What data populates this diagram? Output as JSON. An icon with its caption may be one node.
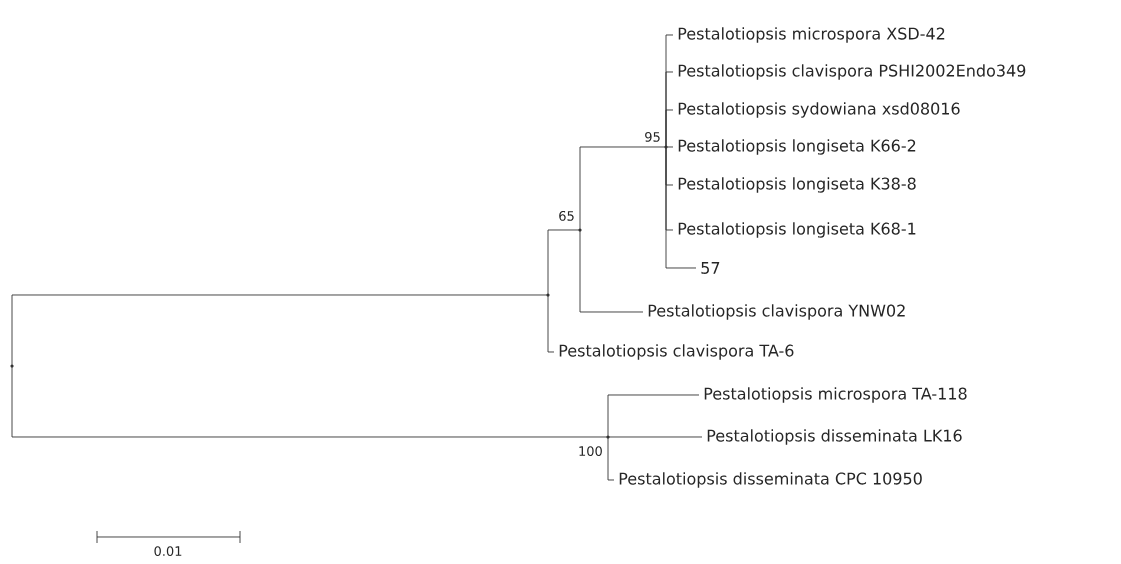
{
  "diagram": {
    "nodes": [
      {
        "text": [],
        "shape": "point"
      },
      {
        "text": [],
        "shape": "point"
      },
      {
        "text": [],
        "shape": "point",
        "beside": [
          "65"
        ]
      },
      {
        "text": [],
        "shape": "point",
        "beside": [
          "100"
        ]
      },
      {
        "text": [],
        "shape": "point",
        "beside": [
          "95"
        ]
      },
      {
        "text": [
          "Pestalotiopsis microspora XSD-42"
        ]
      },
      {
        "text": [
          "Pestalotiopsis clavispora PSHI2002Endo349"
        ]
      },
      {
        "text": [
          "Pestalotiopsis sydowiana xsd08016"
        ]
      },
      {
        "text": [
          "Pestalotiopsis longiseta K66-2"
        ]
      },
      {
        "text": [
          "Pestalotiopsis longiseta K38-8"
        ]
      },
      {
        "text": [
          "Pestalotiopsis longiseta K68-1"
        ]
      },
      {
        "text": [
          "57"
        ]
      },
      {
        "text": [
          "Pestalotiopsis clavispora YNW02"
        ]
      },
      {
        "text": [
          "Pestalotiopsis clavispora TA-6"
        ]
      },
      {
        "text": [
          "Pestalotiopsis microspora TA-118"
        ]
      },
      {
        "text": [
          "Pestalotiopsis disseminata LK16"
        ]
      },
      {
        "text": [
          "Pestalotiopsis disseminata CPC 10950"
        ]
      }
    ],
    "edges": [
      {
        "from": 0,
        "to": 1,
        "arrow": "none"
      },
      {
        "from": 0,
        "to": 3,
        "arrow": "none"
      },
      {
        "from": 1,
        "to": 2,
        "arrow": "none"
      },
      {
        "from": 1,
        "to": 13,
        "arrow": "none"
      },
      {
        "from": 2,
        "to": 4,
        "arrow": "none"
      },
      {
        "from": 2,
        "to": 12,
        "arrow": "none"
      },
      {
        "from": 4,
        "to": 5,
        "arrow": "none"
      },
      {
        "from": 4,
        "to": 6,
        "arrow": "none"
      },
      {
        "from": 4,
        "to": 7,
        "arrow": "none"
      },
      {
        "from": 4,
        "to": 8,
        "arrow": "none"
      },
      {
        "from": 4,
        "to": 9,
        "arrow": "none"
      },
      {
        "from": 4,
        "to": 10,
        "arrow": "none"
      },
      {
        "from": 4,
        "to": 11,
        "arrow": "none"
      },
      {
        "from": 3,
        "to": 14,
        "arrow": "none"
      },
      {
        "from": 3,
        "to": 15,
        "arrow": "none"
      },
      {
        "from": 3,
        "to": 16,
        "arrow": "none"
      }
    ],
    "labels": [
      "0.01"
    ]
  }
}
